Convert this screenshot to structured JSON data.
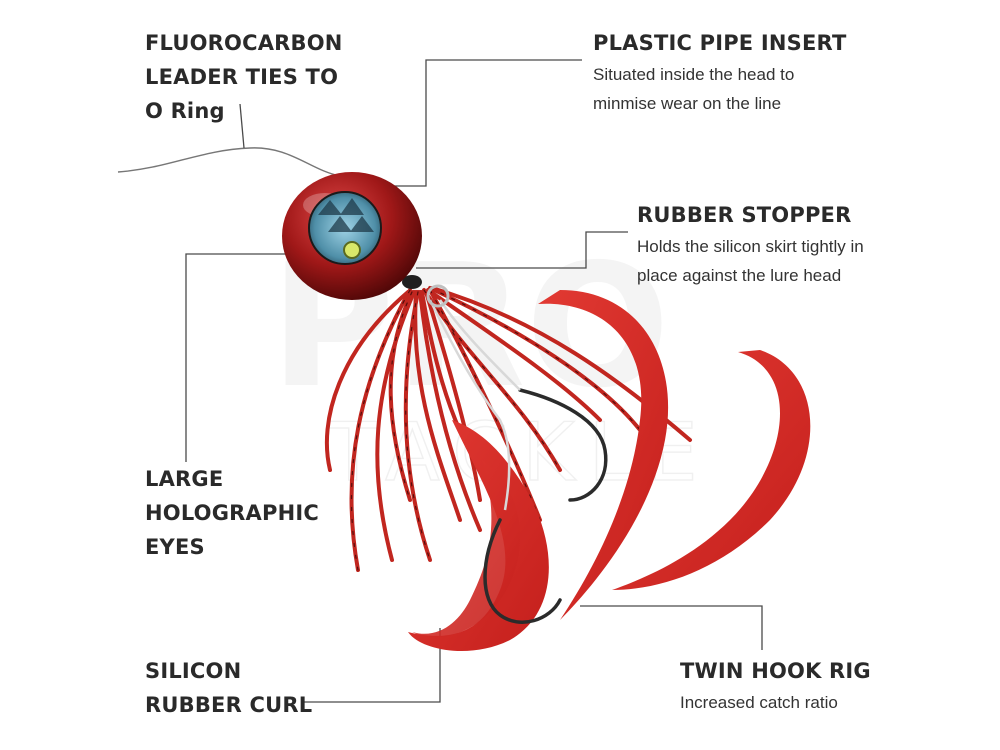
{
  "callouts": {
    "leader": {
      "lines": [
        "FLUOROCARBON",
        "LEADER TIES TO",
        "O Ring"
      ]
    },
    "pipe": {
      "title": "PLASTIC PIPE INSERT",
      "desc": [
        "Situated inside the head to",
        "minmise wear on the line"
      ]
    },
    "stopper": {
      "title": "RUBBER STOPPER",
      "desc": [
        "Holds the silicon skirt tightly in",
        "place against the lure head"
      ]
    },
    "eyes": {
      "lines": [
        "LARGE",
        "HOLOGRAPHIC",
        "EYES"
      ]
    },
    "curl": {
      "lines": [
        "SILICON",
        "RUBBER CURL"
      ]
    },
    "hook": {
      "title": "TWIN HOOK RIG",
      "desc": [
        "Increased catch ratio"
      ]
    }
  },
  "watermark": {
    "top": "PRO",
    "bottom": "TACKLE"
  },
  "colors": {
    "lure_red": "#b01c1c",
    "skirt_red": "#d42b27",
    "eye_blue": "#5a9bb4",
    "leader_line": "#555555"
  }
}
